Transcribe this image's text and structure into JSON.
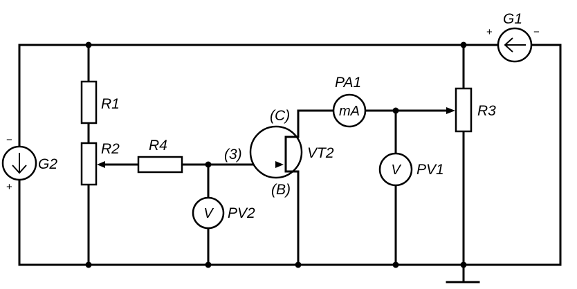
{
  "labels": {
    "g1": "G1",
    "g2": "G2",
    "r1": "R1",
    "r2": "R2",
    "r3": "R3",
    "r4": "R4",
    "pa1": "PA1",
    "pv1": "PV1",
    "pv2": "PV2",
    "vt2": "VT2",
    "collector": "(C)",
    "base": "(B)",
    "gate": "(3)"
  },
  "meter_symbols": {
    "ammeter": "mA",
    "voltmeter": "V"
  },
  "polarity": {
    "plus": "+",
    "minus": "−"
  }
}
